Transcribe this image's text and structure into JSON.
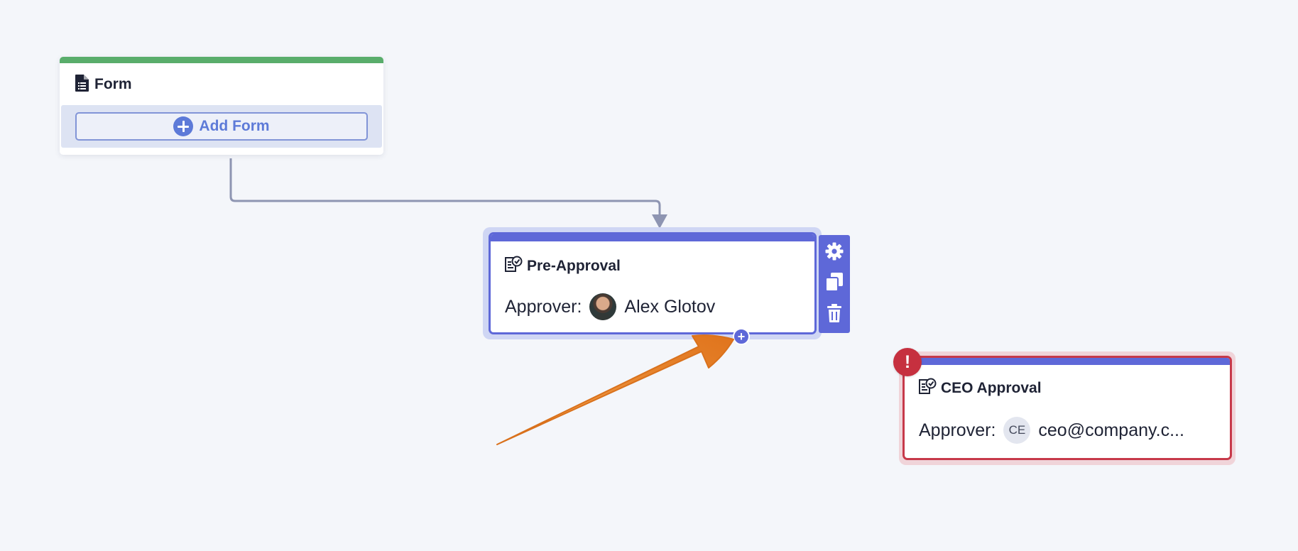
{
  "nodes": {
    "form": {
      "title": "Form",
      "add_label": "Add Form",
      "accent_color": "#59ad6b"
    },
    "pre_approval": {
      "title": "Pre-Approval",
      "approver_label": "Approver:",
      "approver_name": "Alex Glotov",
      "accent_color": "#5e68d8"
    },
    "ceo_approval": {
      "title": "CEO Approval",
      "approver_label": "Approver:",
      "approver_initials": "CE",
      "approver_email": "ceo@company.c...",
      "status": "error",
      "error_symbol": "!",
      "accent_color": "#5e68d8",
      "error_color": "#c7394a"
    }
  },
  "toolbar": {
    "icons": [
      "gear-icon",
      "duplicate-icon",
      "trash-icon"
    ]
  },
  "add_step": {
    "symbol": "+"
  },
  "annotation": {
    "arrow_color": "#e8852b"
  },
  "colors": {
    "canvas_background": "#f4f6fa",
    "connector": "#8e95b2"
  }
}
